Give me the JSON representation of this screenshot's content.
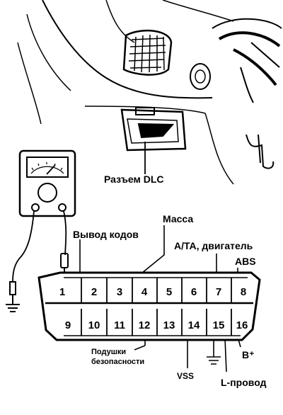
{
  "labels": {
    "dlc_connector": "Разъем DLC",
    "ground": "Масса",
    "code_output": "Вывод кодов",
    "at_engine": "A/TA, двигатель",
    "abs": "ABS",
    "airbags_line1": "Подушки",
    "airbags_line2": "безопасности",
    "vss": "VSS",
    "l_wire": "L-провод",
    "b_plus": "B⁺"
  },
  "pins_top": [
    "1",
    "2",
    "3",
    "4",
    "5",
    "6",
    "7",
    "8"
  ],
  "pins_bottom": [
    "9",
    "10",
    "11",
    "12",
    "13",
    "14",
    "15",
    "16"
  ]
}
